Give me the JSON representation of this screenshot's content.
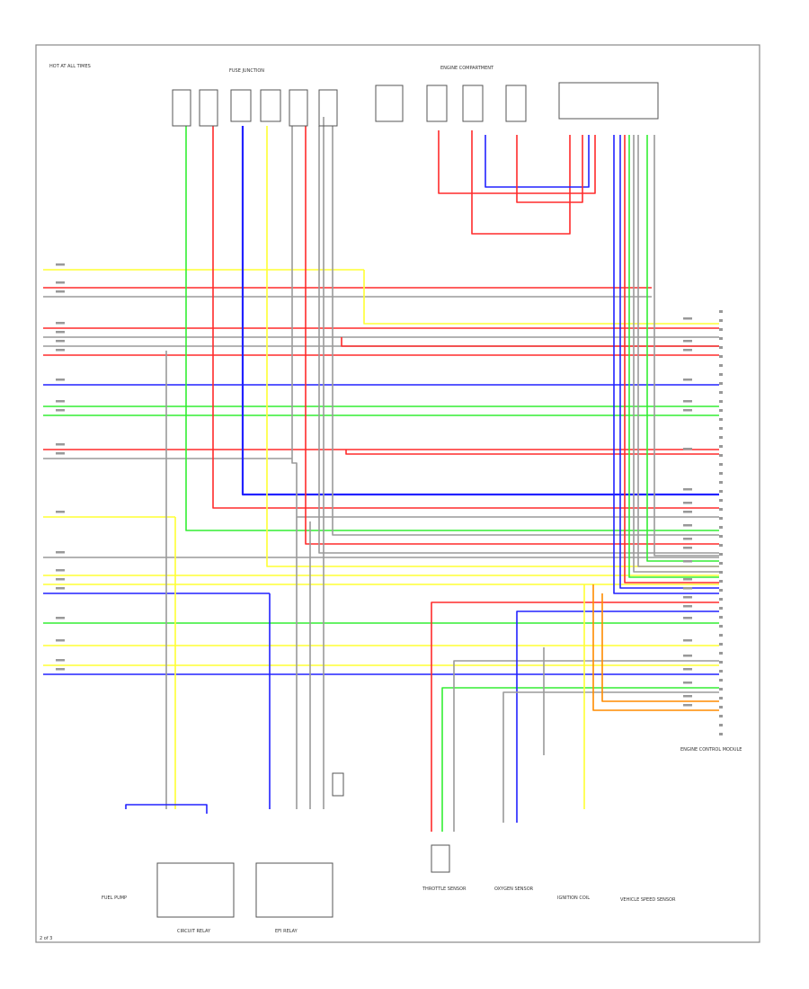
{
  "diagram": {
    "colors": {
      "red": "#ff2b2b",
      "yellow": "#ffff33",
      "green": "#33ee33",
      "blue": "#2222ff",
      "gray": "#9a9a9a",
      "orange": "#ff8c00",
      "outline": "#555555"
    },
    "labels": {
      "fuse_block": "HOT AT ALL TIMES",
      "fuse_junction": "FUSE JUNCTION",
      "engine_compartment": "ENGINE COMPARTMENT",
      "ecm_title": "ENGINE CONTROL MODULE",
      "circuit_relay": "CIRCUIT RELAY",
      "efi_relay": "EFI RELAY",
      "fuel_pump": "FUEL PUMP",
      "throttle_sensor": "THROTTLE SENSOR",
      "oxygen_sensor": "OXYGEN SENSOR",
      "ignition_coil": "IGNITION COIL",
      "vehicle_speed": "VEHICLE SPEED SENSOR",
      "page_number": "2 of 3"
    }
  }
}
